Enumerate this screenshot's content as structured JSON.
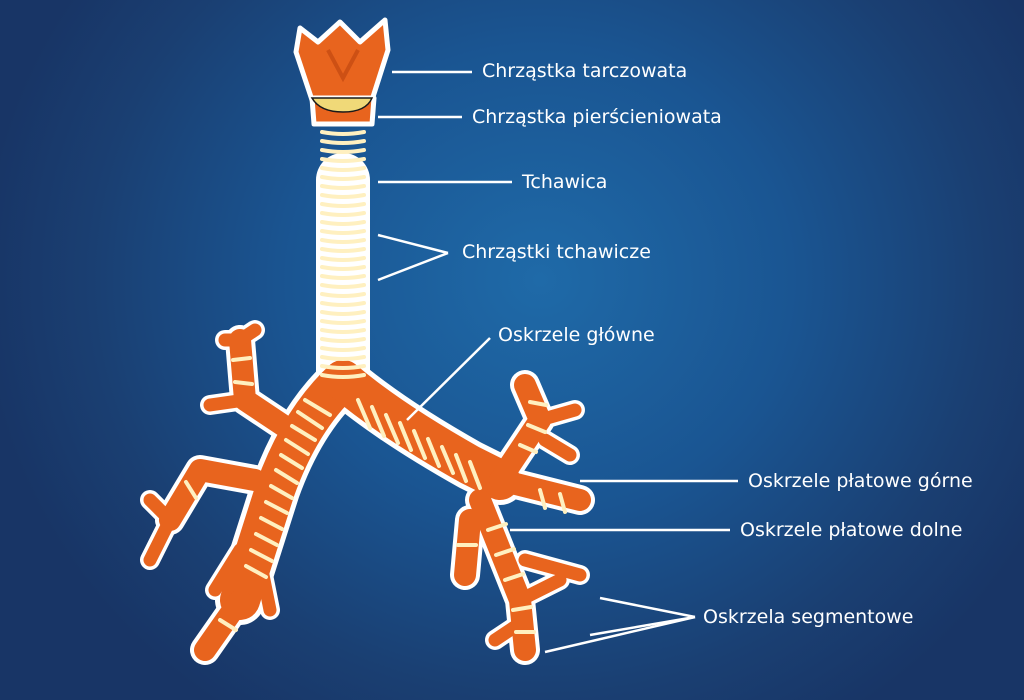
{
  "labels": {
    "thyroid": "Chrząstka tarczowata",
    "cricoid": "Chrząstka pierścieniowata",
    "trachea": "Tchawica",
    "tracheal_cartilages": "Chrząstki tchawicze",
    "main_bronchus": "Oskrzele główne",
    "upper_lobar": "Oskrzele płatowe górne",
    "lower_lobar": "Oskrzele płatowe dolne",
    "segmental": "Oskrzela segmentowe"
  },
  "colors": {
    "background": "#1a4a86",
    "tissue": "#e8641e",
    "tissue_dark": "#c2470f",
    "cartilage": "#fff0c0",
    "outline": "#ffffff",
    "leader_line": "#ffffff"
  }
}
